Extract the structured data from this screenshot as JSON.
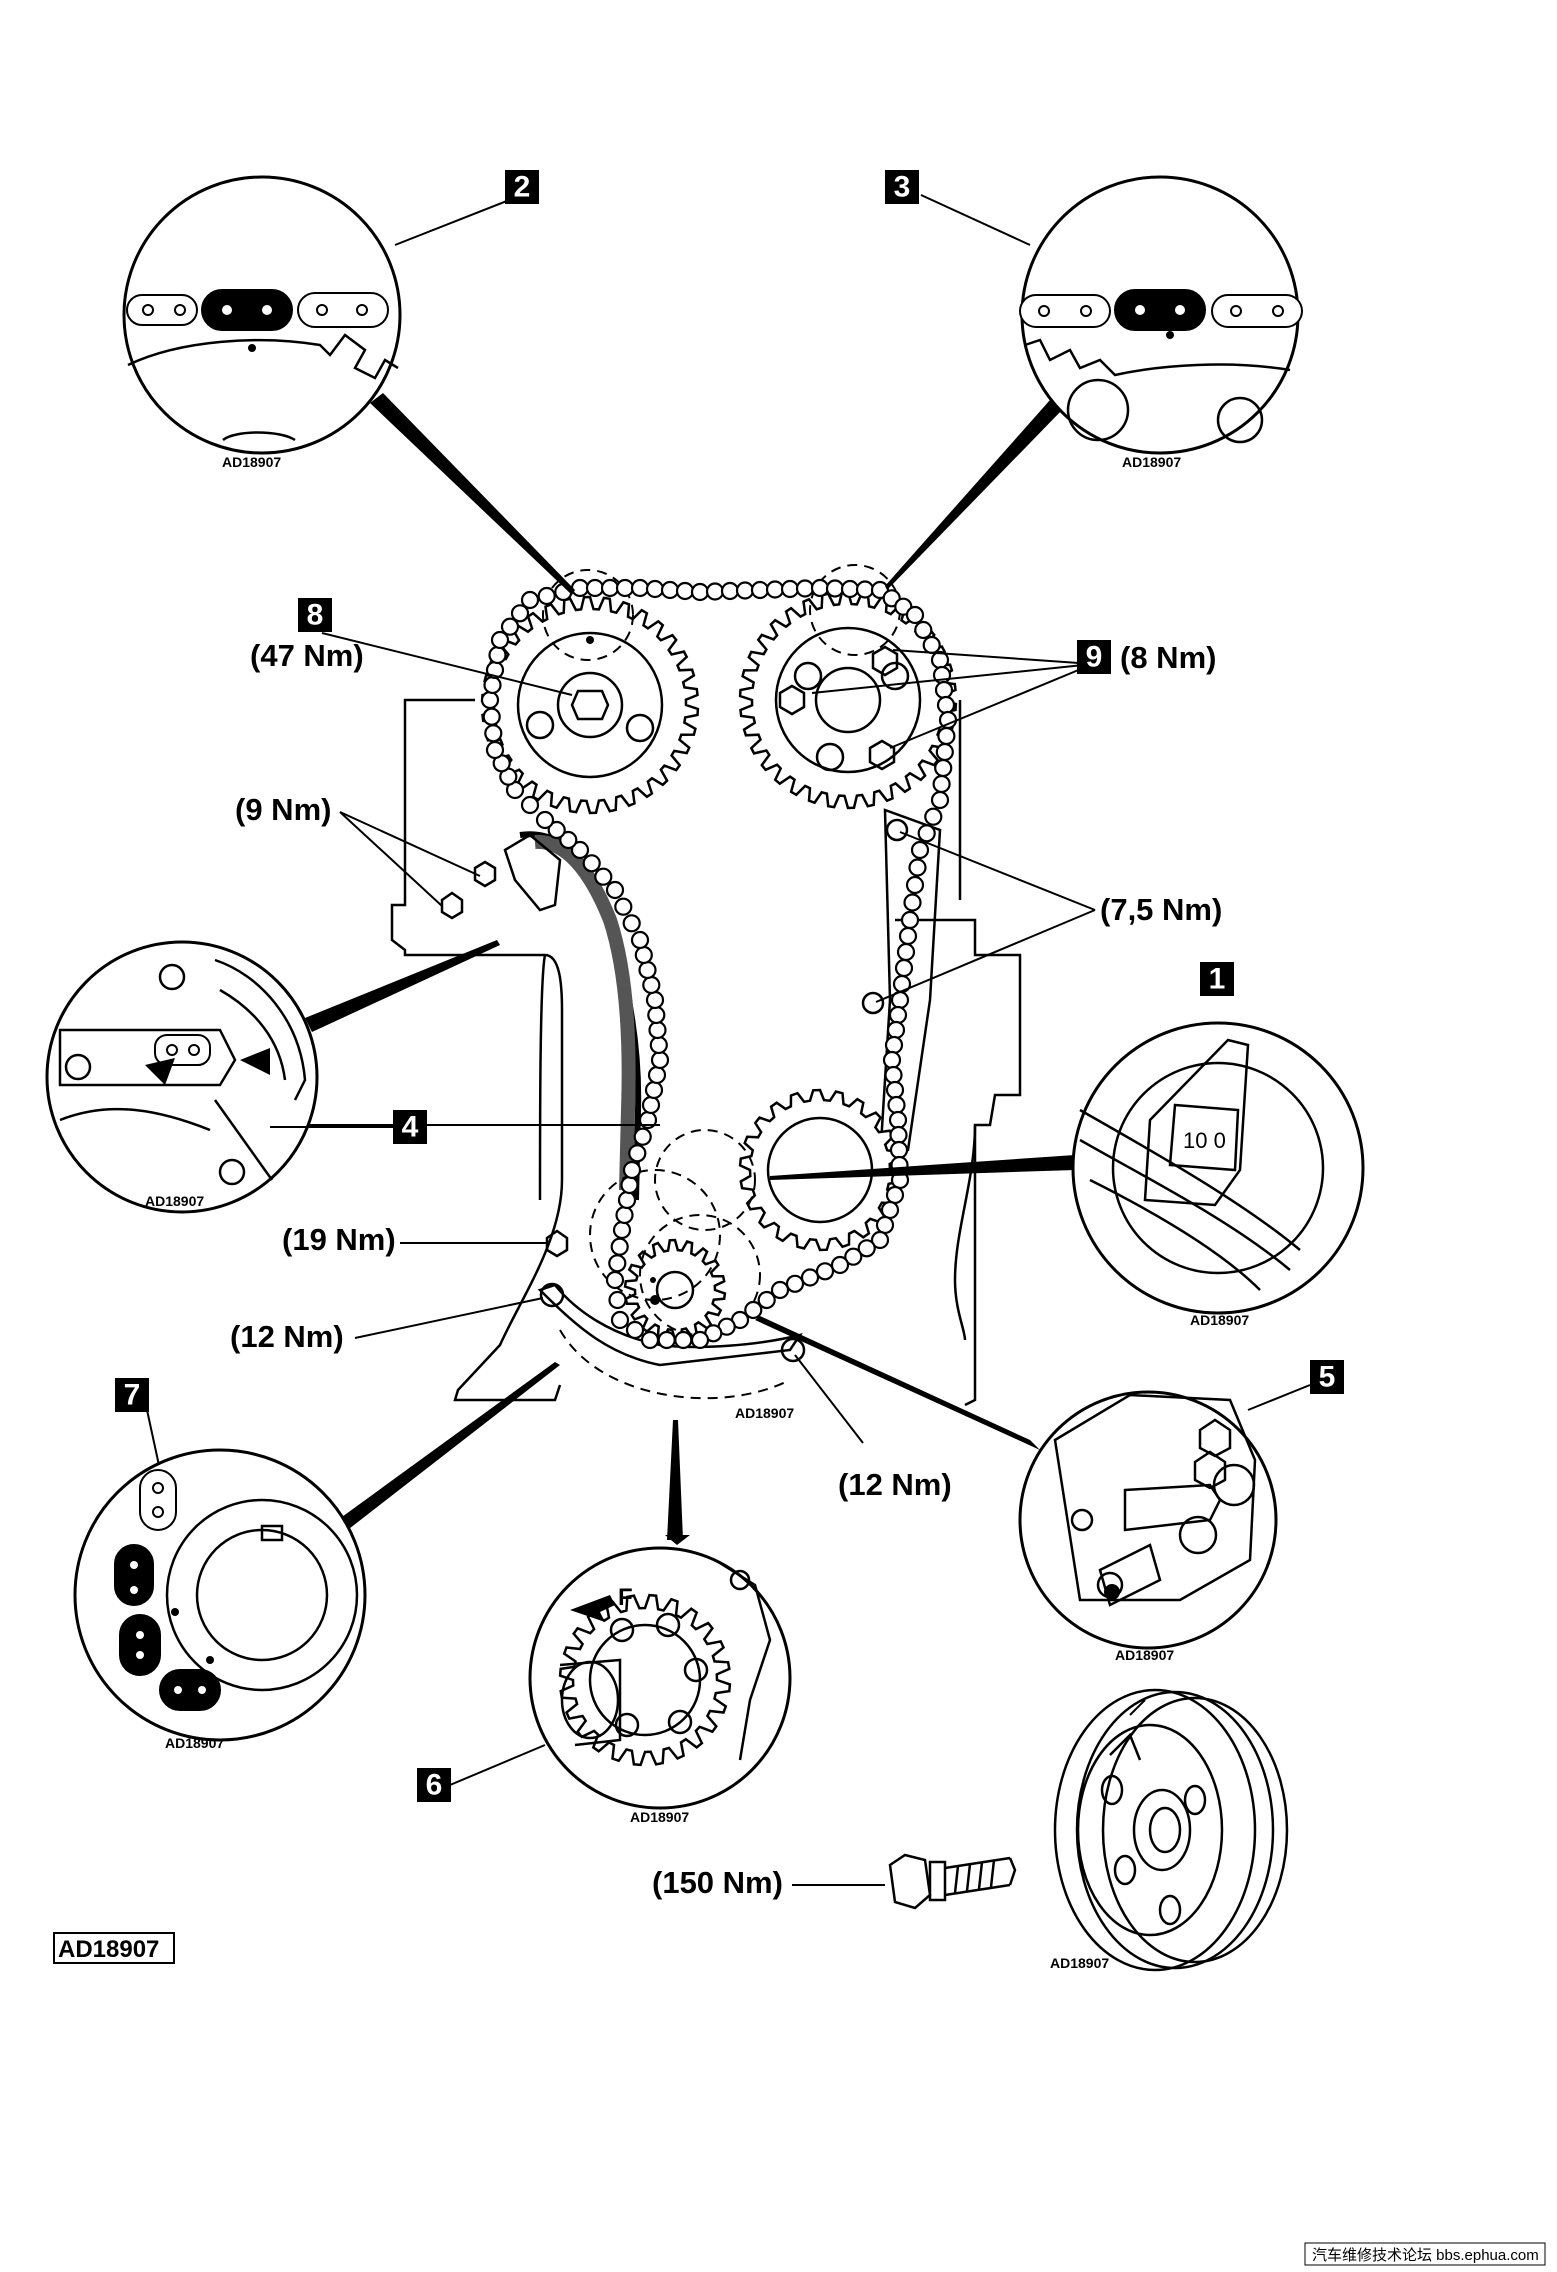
{
  "callouts": {
    "c1": "1",
    "c2": "2",
    "c3": "3",
    "c4": "4",
    "c5": "5",
    "c6": "6",
    "c7": "7",
    "c8": "8",
    "c9": "9"
  },
  "torques": {
    "t47": "(47 Nm)",
    "t8": "(8 Nm)",
    "t9": "(9 Nm)",
    "t75": "(7,5 Nm)",
    "t19": "(19 Nm)",
    "t12a": "(12 Nm)",
    "t12b": "(12 Nm)",
    "t150": "(150 Nm)"
  },
  "refs": {
    "detail2": "AD18907",
    "detail3": "AD18907",
    "detail4": "AD18907",
    "detail1": "AD18907",
    "detail7": "AD18907",
    "detail5": "AD18907",
    "detail6": "AD18907",
    "main": "AD18907",
    "pulley": "AD18907",
    "figure": "AD18907"
  },
  "detail1": {
    "scale_text": "10  0"
  },
  "detail6": {
    "mark_letter": "F"
  },
  "footer": {
    "watermark": "汽车维修技术论坛 bbs.ephua.com"
  }
}
